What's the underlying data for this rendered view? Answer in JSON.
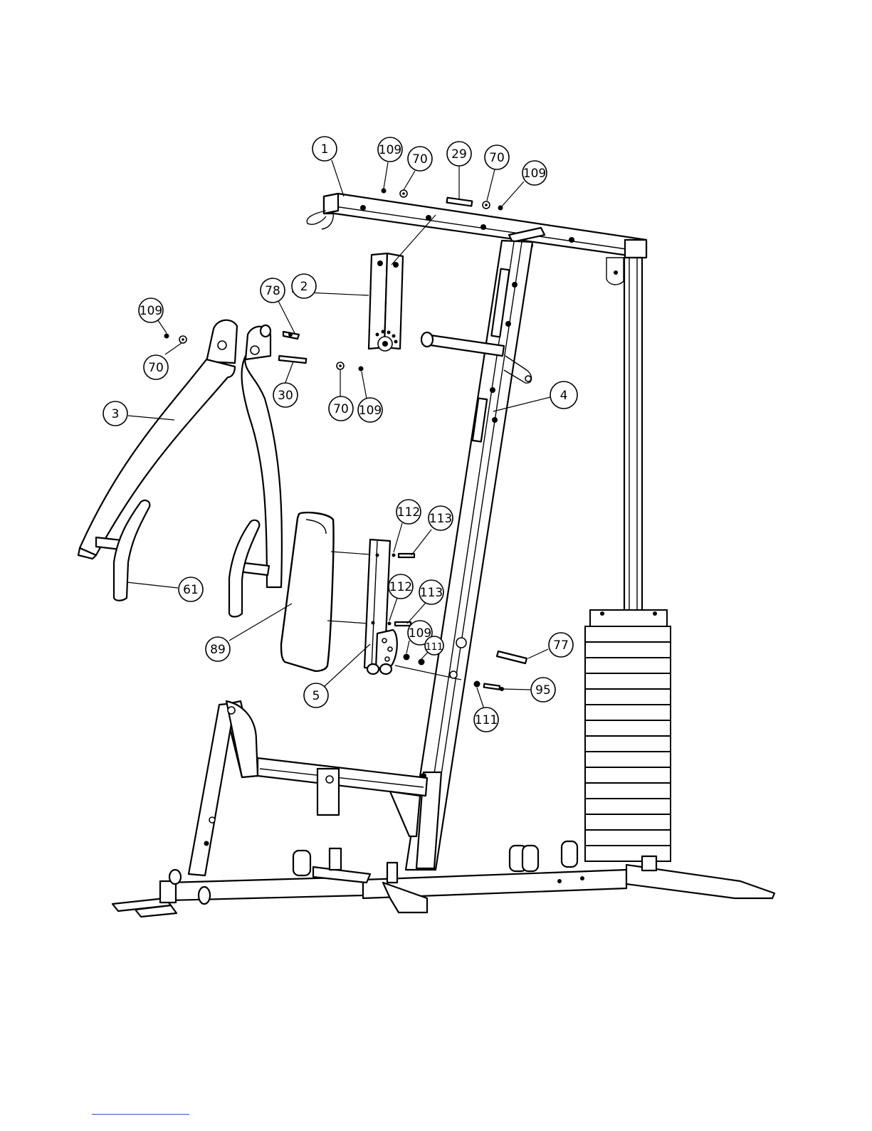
{
  "callouts": [
    {
      "id": "c1",
      "label": "1"
    },
    {
      "id": "c109a",
      "label": "109"
    },
    {
      "id": "c70a",
      "label": "70"
    },
    {
      "id": "c29",
      "label": "29"
    },
    {
      "id": "c70b",
      "label": "70"
    },
    {
      "id": "c109b",
      "label": "109"
    },
    {
      "id": "c2",
      "label": "2"
    },
    {
      "id": "c78",
      "label": "78"
    },
    {
      "id": "c109c",
      "label": "109"
    },
    {
      "id": "c70c",
      "label": "70"
    },
    {
      "id": "c30",
      "label": "30"
    },
    {
      "id": "c70d",
      "label": "70"
    },
    {
      "id": "c109d",
      "label": "109"
    },
    {
      "id": "c3",
      "label": "3"
    },
    {
      "id": "c4",
      "label": "4"
    },
    {
      "id": "c112a",
      "label": "112"
    },
    {
      "id": "c113a",
      "label": "113"
    },
    {
      "id": "c61",
      "label": "61"
    },
    {
      "id": "c112b",
      "label": "112"
    },
    {
      "id": "c113b",
      "label": "113"
    },
    {
      "id": "c89",
      "label": "89"
    },
    {
      "id": "c109e",
      "label": "109"
    },
    {
      "id": "c111a",
      "label": "111"
    },
    {
      "id": "c77",
      "label": "77"
    },
    {
      "id": "c5",
      "label": "5"
    },
    {
      "id": "c95",
      "label": "95"
    },
    {
      "id": "c111b",
      "label": "111"
    }
  ]
}
